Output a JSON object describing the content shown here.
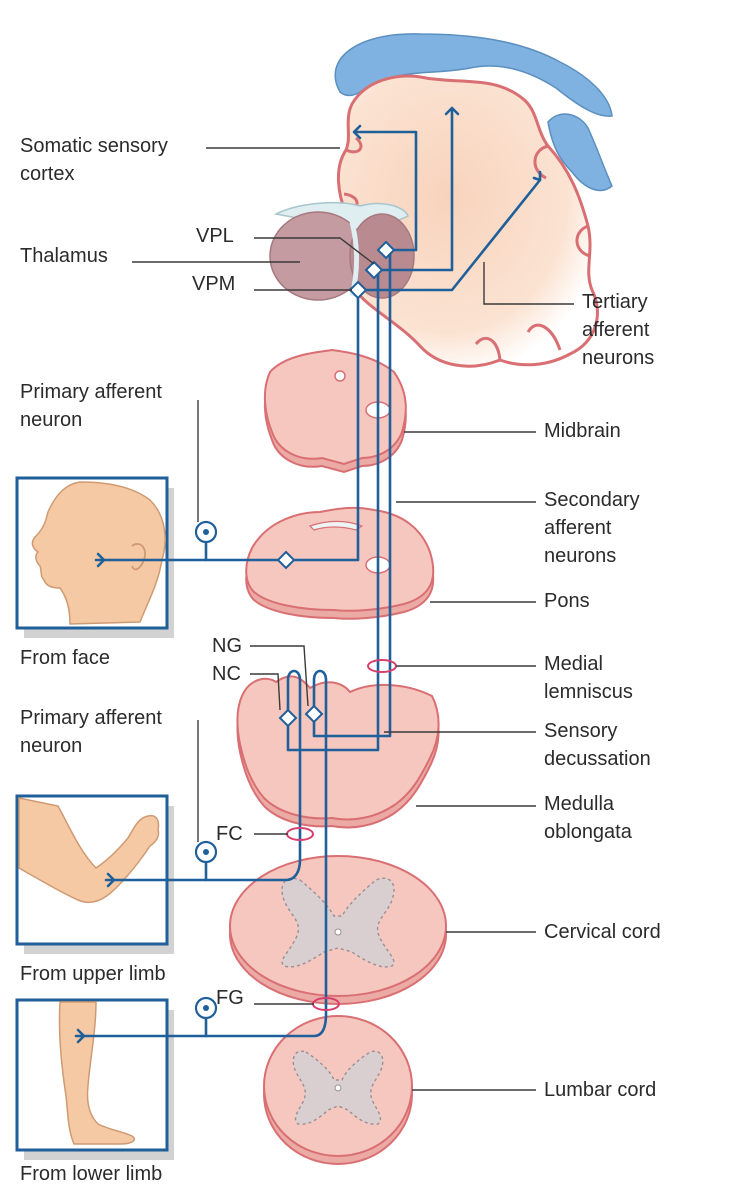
{
  "labels": {
    "somatic_sensory_cortex_line1": "Somatic sensory",
    "somatic_sensory_cortex_line2": "cortex",
    "thalamus": "Thalamus",
    "vpl": "VPL",
    "vpm": "VPM",
    "tertiary_line1": "Tertiary",
    "tertiary_line2": "afferent",
    "tertiary_line3": "neurons",
    "primary_afferent_1_line1": "Primary afferent",
    "primary_afferent_1_line2": "neuron",
    "midbrain": "Midbrain",
    "secondary_line1": "Secondary",
    "secondary_line2": "afferent",
    "secondary_line3": "neurons",
    "from_face": "From face",
    "pons": "Pons",
    "ng": "NG",
    "nc": "NC",
    "medial_lemniscus_line1": "Medial",
    "medial_lemniscus_line2": "lemniscus",
    "primary_afferent_2_line1": "Primary afferent",
    "primary_afferent_2_line2": "neuron",
    "sensory_decussation_line1": "Sensory",
    "sensory_decussation_line2": "decussation",
    "medulla_line1": "Medulla",
    "medulla_line2": "oblongata",
    "fc": "FC",
    "cervical_cord": "Cervical cord",
    "from_upper_limb": "From upper limb",
    "fg": "FG",
    "lumbar_cord": "Lumbar cord",
    "from_lower_limb": "From lower limb"
  },
  "colors": {
    "neuron": "#1f5f9a",
    "tissue": "#f6c7bf",
    "tissue_outline": "#d96f73",
    "homunculus": "#7fb2e0",
    "cortex_glow": "#f8d6c0",
    "thalamus": "#b8898c",
    "lemniscus_ring": "#d93f6c"
  },
  "icons": [
    "face-profile-icon",
    "arm-hand-icon",
    "leg-foot-icon",
    "homunculus-icon"
  ]
}
